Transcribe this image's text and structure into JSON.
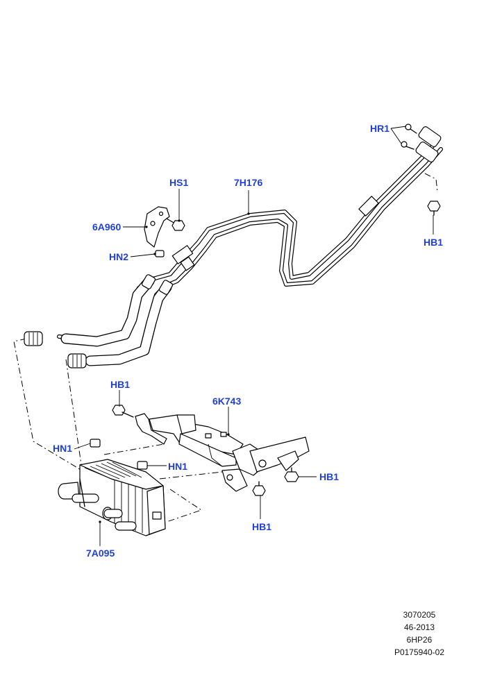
{
  "labels": {
    "hr1": "HR1",
    "hs1": "HS1",
    "pipe": "7H176",
    "bracket_small": "6A960",
    "hb1_top": "HB1",
    "hn2": "HN2",
    "hb1_mid": "HB1",
    "bracket_large": "6K743",
    "hn1_left": "HN1",
    "hn1_right": "HN1",
    "hb1_right": "HB1",
    "hb1_bottom": "HB1",
    "cooler": "7A095"
  },
  "reference": {
    "line1": "3070205",
    "line2": "46-2013",
    "line3": "6HP26",
    "line4": "P0175940-02"
  },
  "colors": {
    "callout": "#1f3fd6",
    "linework": "#000000",
    "background": "#ffffff"
  }
}
